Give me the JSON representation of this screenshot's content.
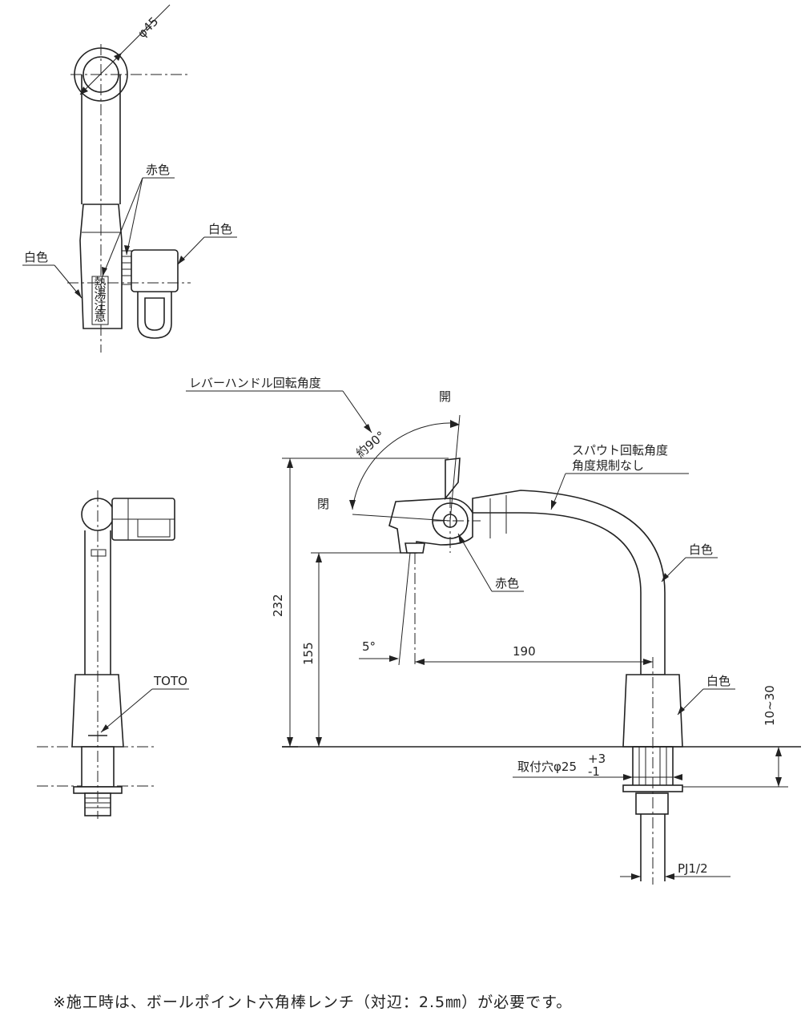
{
  "labels": {
    "diameter_45": "φ45",
    "red_top": "赤色",
    "white_right_top": "白色",
    "white_left_top": "白色",
    "stamp_chars": [
      "熱",
      "湯",
      "注",
      "意"
    ],
    "toto": "TOTO",
    "lever_rotation": "レバーハンドル回転角度",
    "open": "開",
    "close": "閉",
    "angle_90": "約90°",
    "spout_rotation_line1": "スパウト回転角度",
    "spout_rotation_line2": "角度規制なし",
    "white_spout": "白色",
    "red_side": "赤色",
    "white_base": "白色",
    "dim_232": "232",
    "dim_155": "155",
    "dim_190": "190",
    "dim_5deg": "5°",
    "dim_10_30": "10~30",
    "mount_hole": "取付穴φ25",
    "tol_plus": "+3",
    "tol_minus": "-1",
    "pj": "PJ1/2"
  },
  "footnote": "※施工時は、ボールポイント六角棒レンチ（対辺：2.5㎜）が必要です。"
}
